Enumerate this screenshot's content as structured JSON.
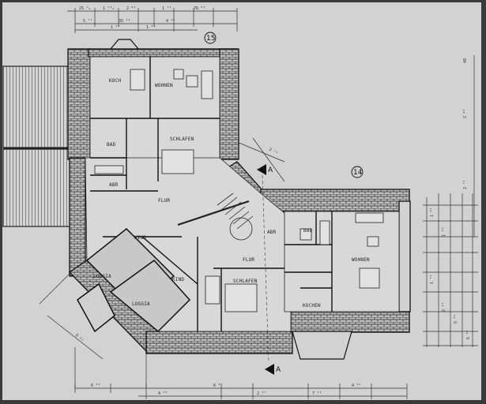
{
  "plan": {
    "unit_numbers": [
      "15",
      "14"
    ],
    "section_marks": [
      "A",
      "A"
    ],
    "rooms": {
      "koch": "KOCH",
      "wohnen_1": "WOHNEN",
      "bad_1": "BAD",
      "schlafen_1": "SCHLAFEN",
      "abr_1": "ABR",
      "flur_1": "FLUR",
      "kind_1": "KIND",
      "kind_2": "KIND",
      "loggia_1": "LOGGIA",
      "loggia_2": "LOGGIA",
      "flur_2": "FLUR",
      "schlafen_2": "SCHLAFEN",
      "bad_2": "BAD",
      "abr_2": "ABR",
      "wohnen_2": "WOHNEN",
      "kochen": "KOCHEN"
    }
  }
}
